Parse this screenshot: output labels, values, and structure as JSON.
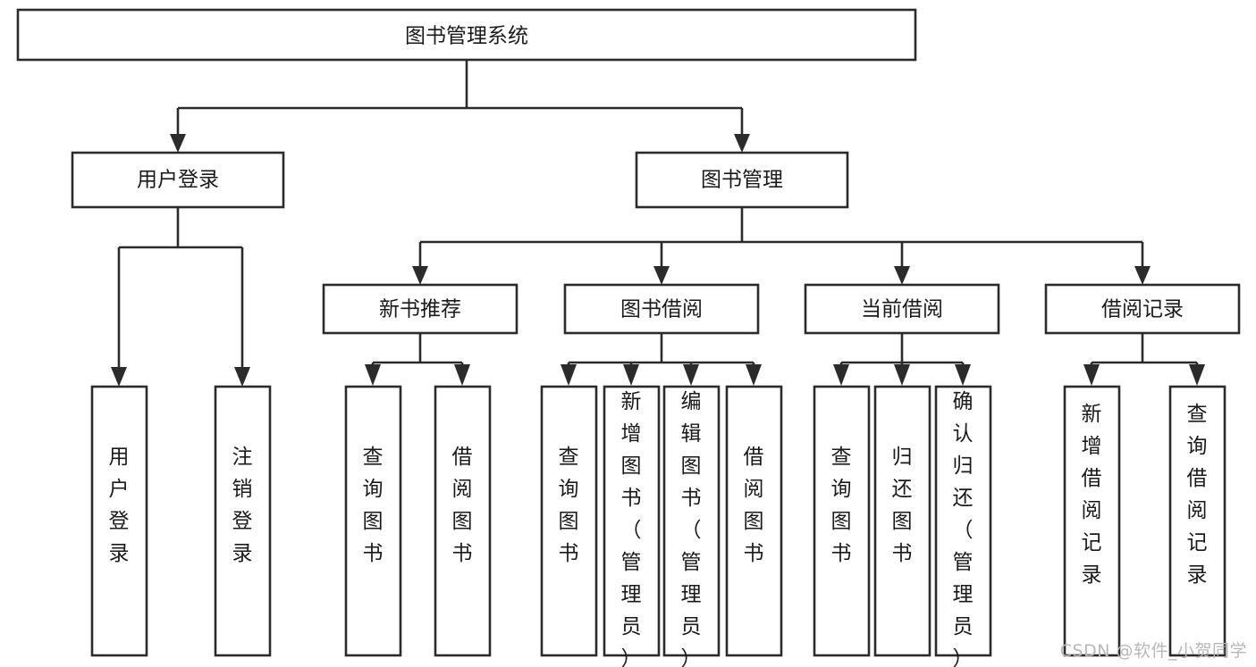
{
  "diagram": {
    "type": "tree",
    "title": "图书管理系统",
    "watermark": "CSDN @软件_小贺同学",
    "colors": {
      "stroke": "#2b2b2b",
      "fill": "#ffffff",
      "text": "#1a1a1a",
      "watermark": "#b8b8b8"
    },
    "levels": {
      "root": {
        "label": "图书管理系统"
      },
      "level2": [
        {
          "label": "用户登录"
        },
        {
          "label": "图书管理"
        }
      ],
      "level3": [
        {
          "label": "新书推荐"
        },
        {
          "label": "图书借阅"
        },
        {
          "label": "当前借阅"
        },
        {
          "label": "借阅记录"
        }
      ],
      "leaves": {
        "user_login": [
          {
            "label": "用户登录"
          },
          {
            "label": "注销登录"
          }
        ],
        "new_book_recommend": [
          {
            "label": "查询图书"
          },
          {
            "label": "借阅图书"
          }
        ],
        "book_borrow": [
          {
            "label": "查询图书"
          },
          {
            "label": "新增图书（管理员）"
          },
          {
            "label": "编辑图书（管理员）"
          },
          {
            "label": "借阅图书"
          }
        ],
        "current_borrow": [
          {
            "label": "查询图书"
          },
          {
            "label": "归还图书"
          },
          {
            "label": "确认归还（管理员）"
          }
        ],
        "borrow_record": [
          {
            "label": "新增借阅记录"
          },
          {
            "label": "查询借阅记录"
          }
        ]
      }
    }
  }
}
